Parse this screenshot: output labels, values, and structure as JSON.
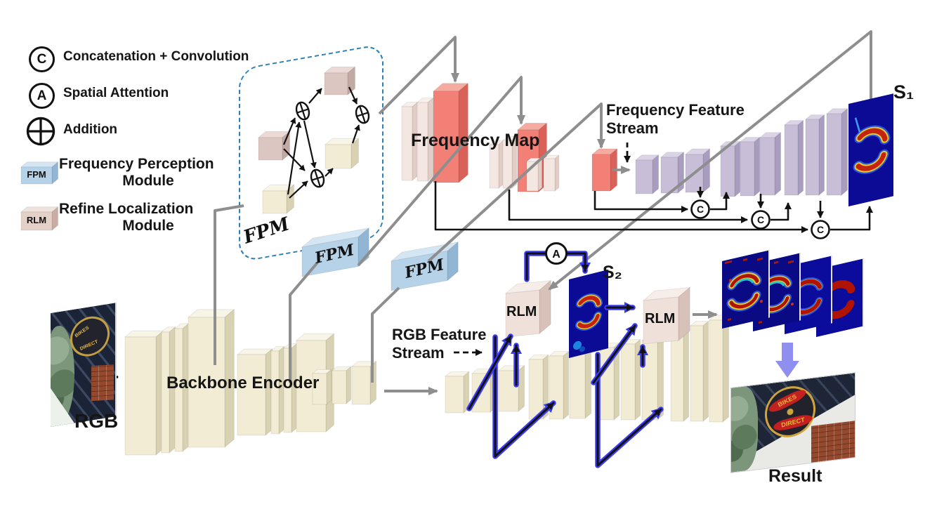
{
  "legend": {
    "rows": [
      {
        "symbol": "C",
        "label": "Concatenation + Convolution"
      },
      {
        "symbol": "A",
        "label": "Spatial Attention"
      },
      {
        "symbol": "+",
        "label": "Addition"
      }
    ],
    "fpm": {
      "abbr": "FPM",
      "line1": "Frequency Perception",
      "line2": "Module"
    },
    "rlm": {
      "abbr": "RLM",
      "line1": "Refine Localization",
      "line2": "Module"
    }
  },
  "symbols": {
    "concat": "C",
    "attention": "A"
  },
  "labels": {
    "frequency_map": "Frequency Map",
    "freq_stream_1": "Frequency Feature",
    "freq_stream_2": "Stream",
    "rgb_stream_1": "RGB Feature",
    "rgb_stream_2": "Stream",
    "backbone": "Backbone Encoder",
    "rgb": "RGB",
    "result": "Result",
    "s1": "S₁",
    "s2": "S₂"
  },
  "modules": {
    "fpm": "FPM",
    "rlm": "RLM"
  },
  "photo": {
    "sign_line1": "BIKES",
    "sign_line2": "DIRECT"
  },
  "colors": {
    "fpm_blue": "#b5d2e8",
    "rlm_pink": "#efe0da",
    "freq_red": "#f28077",
    "freq_light": "#f4e6e1",
    "decoder_purple": "#c8bed7",
    "backbone_cream": "#f1ecd3",
    "wire_gray": "#8e8e8e",
    "skip_blue": "#3b3bf0",
    "heatmap_blue": "#0b0b96",
    "heatmap_red": "#c42310",
    "dashed_border_blue": "#2d7fb5",
    "result_arrow_purple": "#8f8ff0"
  }
}
